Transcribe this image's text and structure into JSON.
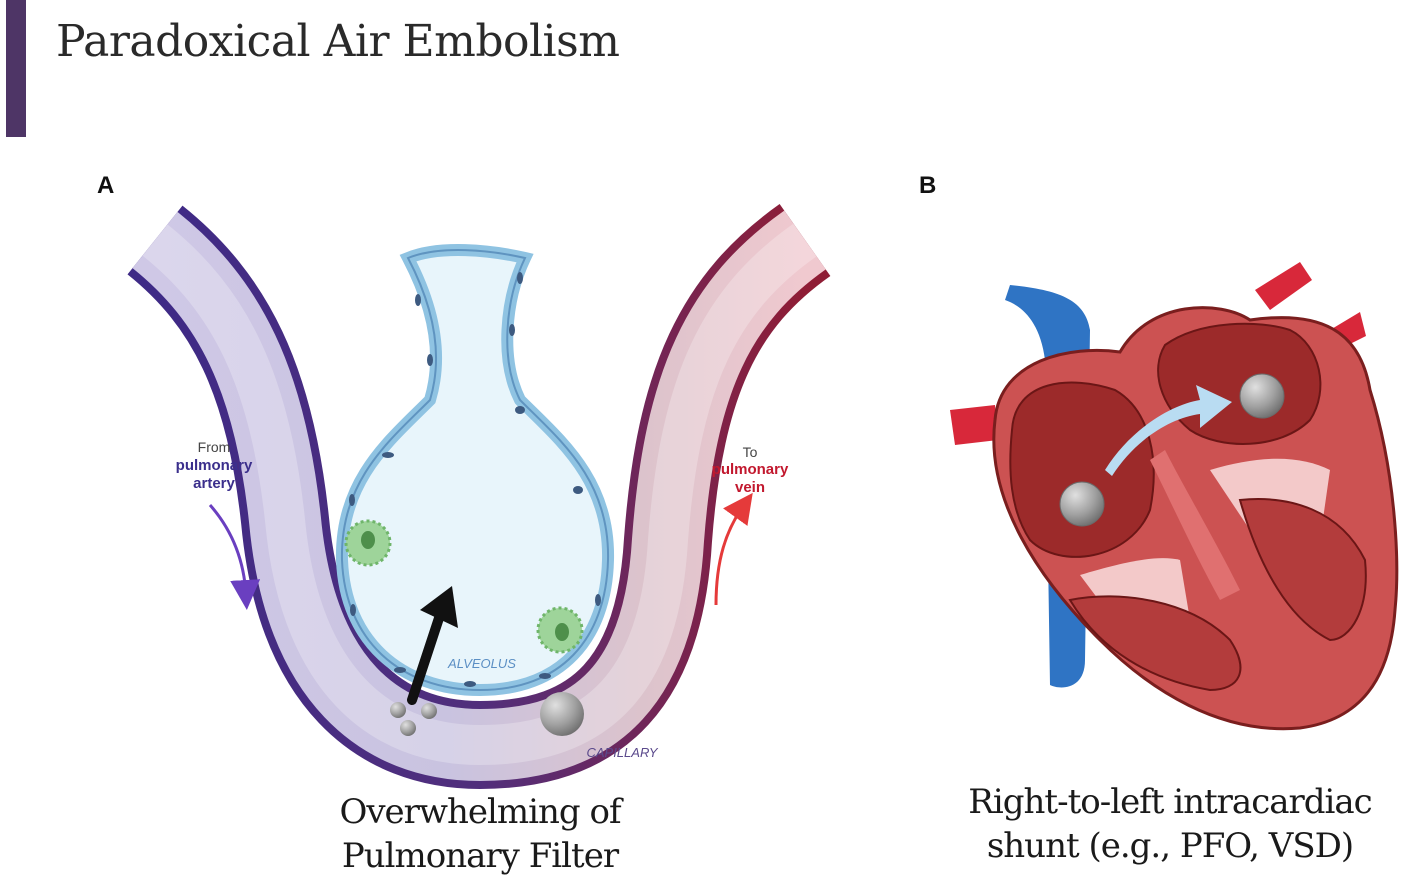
{
  "title": "Paradoxical Air Embolism",
  "panels": {
    "a": {
      "letter": "A",
      "from_label": "From",
      "from_name_1": "pulmonary",
      "from_name_2": "artery",
      "to_label": "To",
      "to_name_1": "pulmonary",
      "to_name_2": "vein",
      "alveolus_label": "ALVEOLUS",
      "capillary_label": "CAPILLARY",
      "caption_line1": "Overwhelming of",
      "caption_line2": "Pulmonary Filter"
    },
    "b": {
      "letter": "B",
      "caption_line1": "Right-to-left intracardiac",
      "caption_line2": "shunt (e.g., PFO, VSD)"
    }
  },
  "colors": {
    "title_bar": "#4e3566",
    "artery": "#4a2f8c",
    "vein": "#8a1f36",
    "alveolus": "#e6f4fb",
    "heart": "#c84a4a",
    "air_bubble": "#9a9a9a"
  }
}
